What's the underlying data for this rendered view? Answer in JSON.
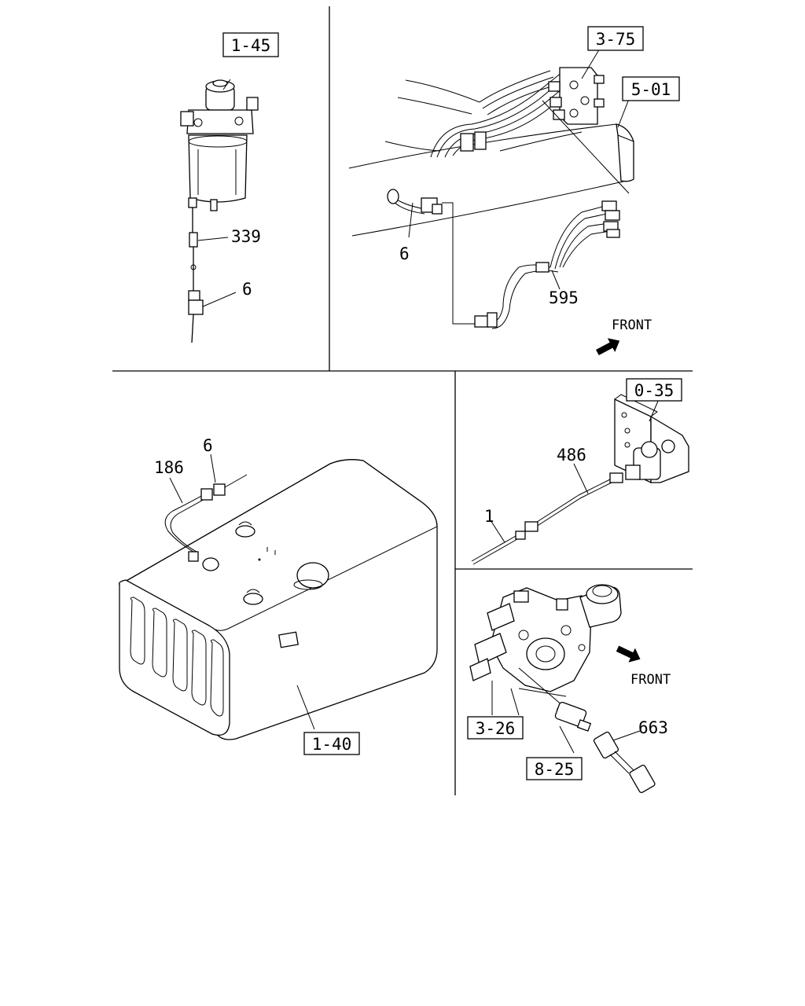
{
  "panel_top_left": {
    "box_label": "1-45",
    "callout_339": "339",
    "callout_6": "6"
  },
  "panel_top_right": {
    "box_label_3_75": "3-75",
    "box_label_5_01": "5-01",
    "callout_6": "6",
    "callout_595": "595",
    "front_label": "FRONT"
  },
  "panel_middle_left": {
    "callout_6": "6",
    "callout_186": "186",
    "box_label": "1-40"
  },
  "panel_middle_right": {
    "box_label": "0-35",
    "callout_486": "486",
    "callout_1": "1"
  },
  "panel_bottom_right": {
    "box_label_3_26": "3-26",
    "box_label_8_25": "8-25",
    "callout_663": "663",
    "front_label": "FRONT"
  },
  "icons": {
    "front_arrow_top": "front-arrow-icon",
    "front_arrow_bottom": "front-arrow-icon"
  }
}
